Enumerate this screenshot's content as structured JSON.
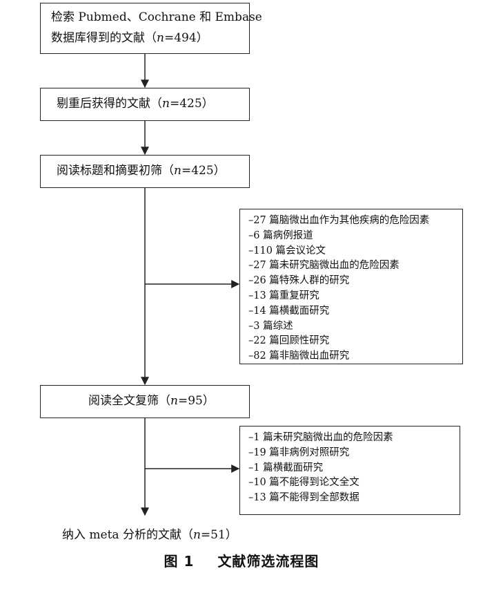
{
  "steps": [
    {
      "line1": "检索 Pubmed、Cochrane 和 Embase",
      "line2_pre": "数据库得到的文献（",
      "n": "n",
      "line2_post": "=494）"
    },
    {
      "pre": "剔重后获得的文献（",
      "n": "n",
      "post": "=425）"
    },
    {
      "pre": "阅读标题和摘要初筛（",
      "n": "n",
      "post": "=425）"
    },
    {
      "pre": "阅读全文复筛（",
      "n": "n",
      "post": "=95）"
    },
    {
      "pre": "纳入 meta 分析的文献（",
      "n": "n",
      "post": "=51）"
    }
  ],
  "exclusions_1": [
    "–27 篇脑微出血作为其他疾病的危险因素",
    "–6 篇病例报道",
    "–110 篇会议论文",
    "–27 篇未研究脑微出血的危险因素",
    "–26 篇特殊人群的研究",
    "–13 篇重复研究",
    "–14 篇横截面研究",
    "–3 篇综述",
    "–22 篇回顾性研究",
    "–82 篇非脑微出血研究"
  ],
  "exclusions_2": [
    "–1 篇未研究脑微出血的危险因素",
    "–19 篇非病例对照研究",
    "–1 篇横截面研究",
    "–10 篇不能得到论文全文",
    "–13 篇不能得到全部数据"
  ],
  "caption": {
    "figure_no": "图 1",
    "title": "文献筛选流程图"
  }
}
